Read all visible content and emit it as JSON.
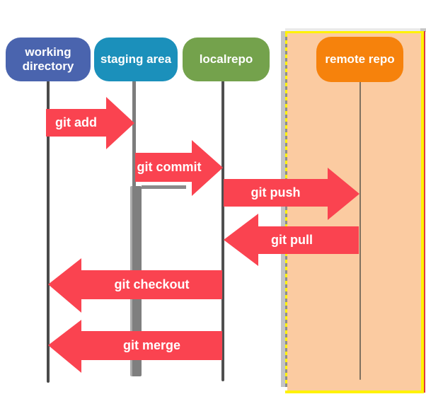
{
  "diagram": {
    "type": "git-workflow-sequence",
    "columns": [
      {
        "id": "working-directory",
        "label": "working directory",
        "color": "#4A64AE"
      },
      {
        "id": "staging-area",
        "label": "staging area",
        "color": "#1B90BB"
      },
      {
        "id": "local-repo",
        "label": "localrepo",
        "color": "#74A24C"
      },
      {
        "id": "remote-repo",
        "label": "remote repo",
        "color": "#F6820C"
      }
    ],
    "arrows": [
      {
        "label": "git add",
        "from": "working directory",
        "to": "staging area",
        "direction": "right"
      },
      {
        "label": "git commit",
        "from": "staging area",
        "to": "localrepo",
        "direction": "right"
      },
      {
        "label": "git push",
        "from": "localrepo",
        "to": "remote repo",
        "direction": "right"
      },
      {
        "label": "git pull",
        "from": "remote repo",
        "to": "localrepo",
        "direction": "left"
      },
      {
        "label": "git checkout",
        "from": "localrepo",
        "to": "working directory",
        "direction": "left"
      },
      {
        "label": "git merge",
        "from": "localrepo",
        "to": "working directory",
        "direction": "left"
      }
    ],
    "colors": {
      "arrow_red": "#FA4350",
      "remote_panel_fill": "#FBCBA1",
      "remote_panel_border_yellow": "#FFF200",
      "remote_panel_shadow_grey": "#C4C4C4",
      "lifeline_dark": "#4A4A4A",
      "lifeline_grey": "#7D7D7D"
    }
  }
}
